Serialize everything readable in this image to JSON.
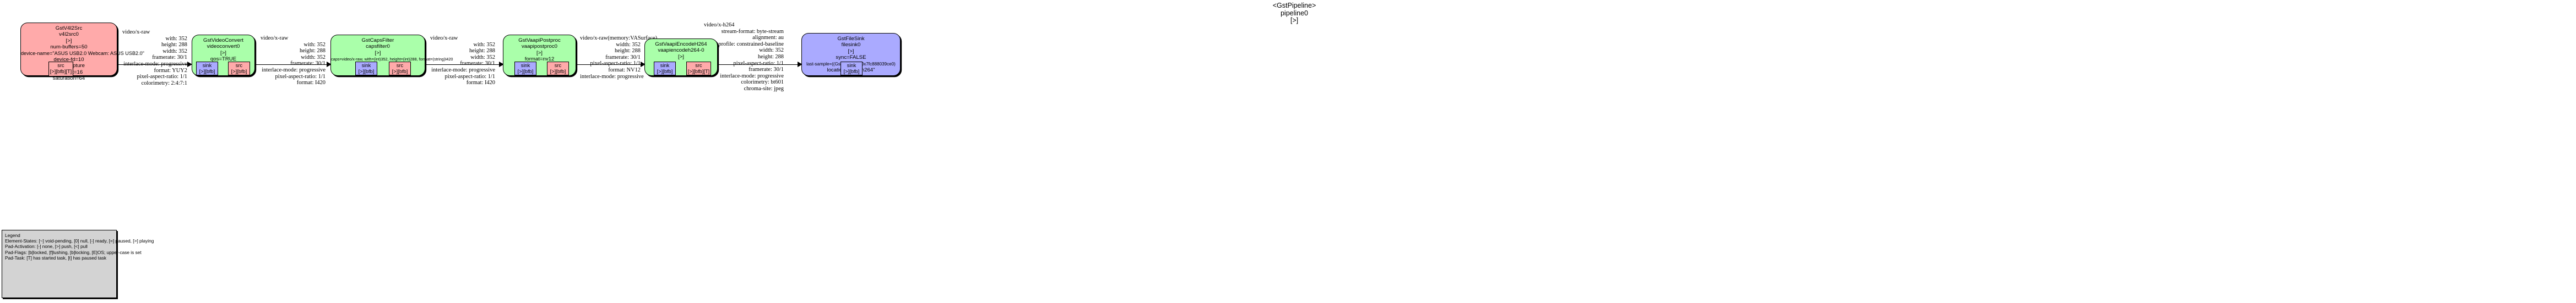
{
  "pipeline": {
    "type_label": "<GstPipeline>",
    "name": "pipeline0",
    "state": "[>]"
  },
  "elements": [
    {
      "id": "v4l2src",
      "klass": "GstV4l2Src",
      "name": "v4l2src0",
      "state": "[>]",
      "props": [
        "num-buffers=50",
        "device-name=\"ASUS USB2.0 Webcam: ASUS USB2.0\"",
        "device-fd=10",
        "flags=capture",
        "contrast=16",
        "saturation=64"
      ],
      "pads": [
        {
          "kind": "src",
          "label": "src",
          "flags": "[>][bfb][T]"
        }
      ]
    },
    {
      "id": "videoconvert",
      "klass": "GstVideoConvert",
      "name": "videoconvert0",
      "state": "[>]",
      "props": [
        "qos=TRUE"
      ],
      "pads": [
        {
          "kind": "sink",
          "label": "sink",
          "flags": "[>][bfb]"
        },
        {
          "kind": "src",
          "label": "src",
          "flags": "[>][bfb]"
        }
      ]
    },
    {
      "id": "capsfilter",
      "klass": "GstCapsFilter",
      "name": "capsfilter0",
      "state": "[>]",
      "props": [
        "caps=video/x-raw, with=(int)352, height=(int)288, format=(string)I420"
      ],
      "pads": [
        {
          "kind": "sink",
          "label": "sink",
          "flags": "[>][bfb]"
        },
        {
          "kind": "src",
          "label": "src",
          "flags": "[>][bfb]"
        }
      ]
    },
    {
      "id": "vaapipostproc",
      "klass": "GstVaapiPostproc",
      "name": "vaapipostproc0",
      "state": "[>]",
      "props": [
        "format=nv12"
      ],
      "pads": [
        {
          "kind": "sink",
          "label": "sink",
          "flags": "[>][bfb]"
        },
        {
          "kind": "src",
          "label": "src",
          "flags": "[>][bfb]"
        }
      ]
    },
    {
      "id": "vaapiencodeh264",
      "klass": "GstVaapiEncodeH264",
      "name": "vaapiencodeh264-0",
      "state": "[>]",
      "props": [],
      "pads": [
        {
          "kind": "sink",
          "label": "sink",
          "flags": "[>][bfb]"
        },
        {
          "kind": "src",
          "label": "src",
          "flags": "[>][bfb][T]"
        }
      ]
    },
    {
      "id": "filesink",
      "klass": "GstFileSink",
      "name": "filesink0",
      "state": "[>]",
      "props": [
        "sync=FALSE",
        "last-sample=((GstSample*) 0x7fc888039ce0)",
        "location=\"./file.h264\""
      ],
      "pads": [
        {
          "kind": "sink",
          "label": "sink",
          "flags": "[>][bfb]"
        }
      ]
    }
  ],
  "caps": [
    {
      "id": "caps-src-to-convert",
      "title": "video/x-raw",
      "rows": [
        "with: 352",
        "height: 288",
        "width: 352",
        "framerate: 30/1",
        "interlace-mode: progressive",
        "format: YUY2",
        "pixel-aspect-ratio: 1/1",
        "colorimetry: 2:4:7:1"
      ]
    },
    {
      "id": "caps-convert-to-capsfilter",
      "title": "video/x-raw",
      "rows": [
        "with: 352",
        "height: 288",
        "width: 352",
        "framerate: 30/1",
        "interlace-mode: progressive",
        "pixel-aspect-ratio: 1/1",
        "format: I420"
      ]
    },
    {
      "id": "caps-capsfilter-to-postproc",
      "title": "video/x-raw",
      "rows": [
        "with: 352",
        "height: 288",
        "width: 352",
        "framerate: 30/1",
        "interlace-mode: progressive",
        "pixel-aspect-ratio: 1/1",
        "format: I420"
      ]
    },
    {
      "id": "caps-postproc-to-encode",
      "title": "video/x-raw(memory:VASurface)",
      "rows": [
        "width: 352",
        "height: 288",
        "framerate: 30/1",
        "pixel-aspect-ratio: 1/1",
        "format: NV12",
        "interlace-mode: progressive"
      ]
    },
    {
      "id": "caps-encode-to-filesink",
      "title": "video/x-h264",
      "rows": [
        "stream-format: byte-stream",
        "alignment: au",
        "profile: constrained-baseline",
        "width: 352",
        "height: 288",
        "pixel-aspect-ratio: 1/1",
        "framerate: 30/1",
        "interlace-mode: progressive",
        "colorimetry: bt601",
        "chroma-site: jpeg"
      ]
    }
  ],
  "legend": {
    "title": "Legend",
    "lines": [
      "Element-States: [~] void-pending, [0] null, [-] ready, [=] paused, [>] playing",
      "Pad-Activation: [-] none, [>] push, [<] pull",
      "Pad-Flags: [b]locked, [f]lushing, [b]locking, [E]OS; upper-case is set",
      "Pad-Task: [T] has started task, [t] has paused task"
    ]
  },
  "colors": {
    "source_fill": "#ffaaaa",
    "filter_fill": "#aaffaa",
    "sink_fill": "#aaaaff",
    "legend_fill": "#d3d3d3",
    "stroke": "#000000"
  }
}
